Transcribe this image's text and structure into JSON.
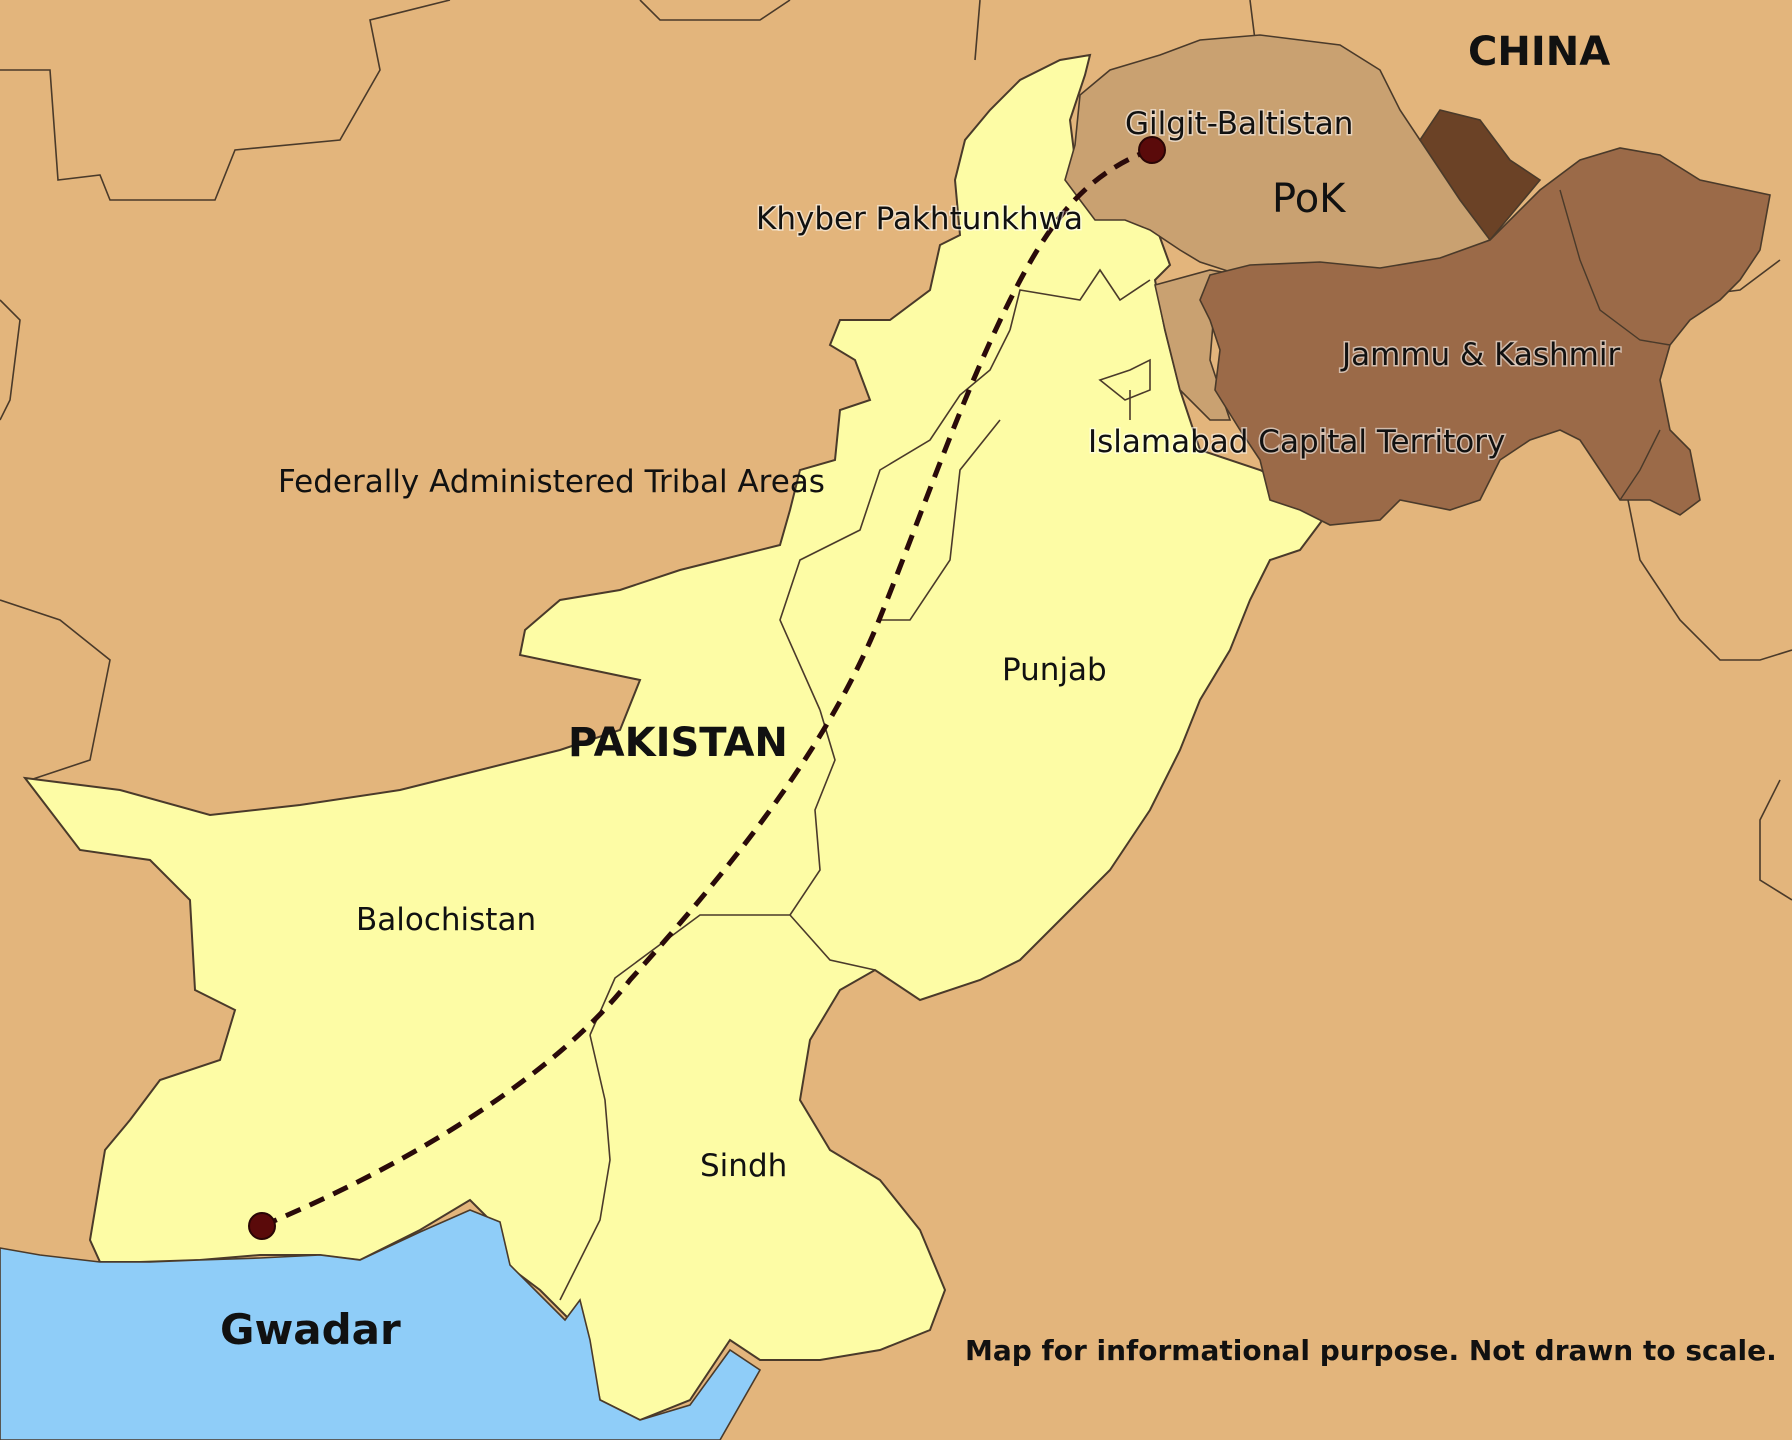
{
  "map": {
    "labels": {
      "china": "CHINA",
      "gilgit_baltistan": "Gilgit-Baltistan",
      "pok": "PoK",
      "khyber_pakhtunkhwa": "Khyber Pakhtunkhwa",
      "jammu_kashmir": "Jammu & Kashmir",
      "islamabad": "Islamabad Capital Territory",
      "fata": "Federally Administered Tribal Areas",
      "punjab": "Punjab",
      "pakistan": "PAKISTAN",
      "balochistan": "Balochistan",
      "sindh": "Sindh",
      "gwadar": "Gwadar"
    },
    "disclaimer": "Map for informational purpose. Not drawn to scale.",
    "colors": {
      "background": "#e3b57c",
      "pakistan": "#fdfca5",
      "sea": "#8fcdf8",
      "pok": "#c9a171",
      "jammu_kashmir": "#9b6a48",
      "aksai_chin": "#6b4226",
      "marker": "#5a0a0a"
    }
  }
}
